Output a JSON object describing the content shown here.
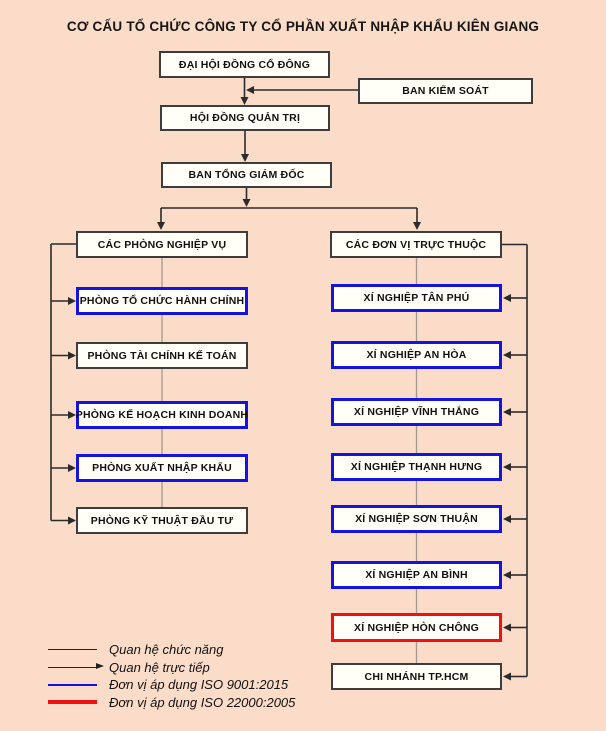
{
  "title": "CƠ CẤU TỔ CHỨC CÔNG TY CỔ PHẦN XUẤT NHẬP KHẨU KIÊN GIANG",
  "colors": {
    "background": "#fbdcc8",
    "box_fill": "#fffef7",
    "border_default": "#3d3d3d",
    "border_iso9001": "#1414dd",
    "border_iso22000": "#ee1111",
    "connector": "#2b2b2b",
    "functional_line": "#a59a8f"
  },
  "org": {
    "shareholders_meeting": "ĐẠI HỘI ĐỒNG CỔ ĐÔNG",
    "supervisory_board": "BAN KIỂM SOÁT",
    "board_of_directors": "HỘI ĐỒNG QUẢN TRỊ",
    "general_director_board": "BAN TỔNG GIÁM ĐỐC",
    "departments": {
      "header": "CÁC PHÒNG NGHIỆP VỤ",
      "items": [
        {
          "label": "PHÒNG TỔ CHỨC HÀNH CHÍNH",
          "iso": "ISO 9001:2015"
        },
        {
          "label": "PHÒNG TÀI CHÍNH KẾ TOÁN",
          "iso": null
        },
        {
          "label": "PHÒNG KẾ HOẠCH KINH DOANH",
          "iso": "ISO 9001:2015"
        },
        {
          "label": "PHÒNG XUẤT NHẬP KHẨU",
          "iso": "ISO 9001:2015"
        },
        {
          "label": "PHÒNG KỸ THUẬT ĐẦU TƯ",
          "iso": null
        }
      ]
    },
    "units": {
      "header": "CÁC ĐƠN VỊ TRỰC THUỘC",
      "items": [
        {
          "label": "XÍ NGHIỆP TÂN PHÚ",
          "iso": "ISO 9001:2015"
        },
        {
          "label": "XÍ NGHIỆP AN HÒA",
          "iso": "ISO 9001:2015"
        },
        {
          "label": "XÍ NGHIỆP VĨNH THẮNG",
          "iso": "ISO 9001:2015"
        },
        {
          "label": "XÍ NGHIỆP THẠNH HƯNG",
          "iso": "ISO 9001:2015"
        },
        {
          "label": "XÍ NGHIỆP SƠN THUẬN",
          "iso": "ISO 9001:2015"
        },
        {
          "label": "XÍ NGHIỆP AN BÌNH",
          "iso": "ISO 9001:2015"
        },
        {
          "label": "XÍ NGHIỆP HÒN CHÔNG",
          "iso": "ISO 22000:2005"
        },
        {
          "label": "CHI NHÁNH TP.HCM",
          "iso": null
        }
      ]
    }
  },
  "legend": {
    "items": [
      {
        "label": "Quan hệ chức năng",
        "symbol": "thin-line",
        "color": "#222222"
      },
      {
        "label": "Quan hệ trực tiếp",
        "symbol": "arrow-line",
        "color": "#222222"
      },
      {
        "label": "Đơn vị áp dụng ISO 9001:2015",
        "symbol": "blue-line",
        "color": "#1414dd"
      },
      {
        "label": "Đơn vị áp dụng ISO 22000:2005",
        "symbol": "red-line",
        "color": "#ee1111"
      }
    ]
  }
}
